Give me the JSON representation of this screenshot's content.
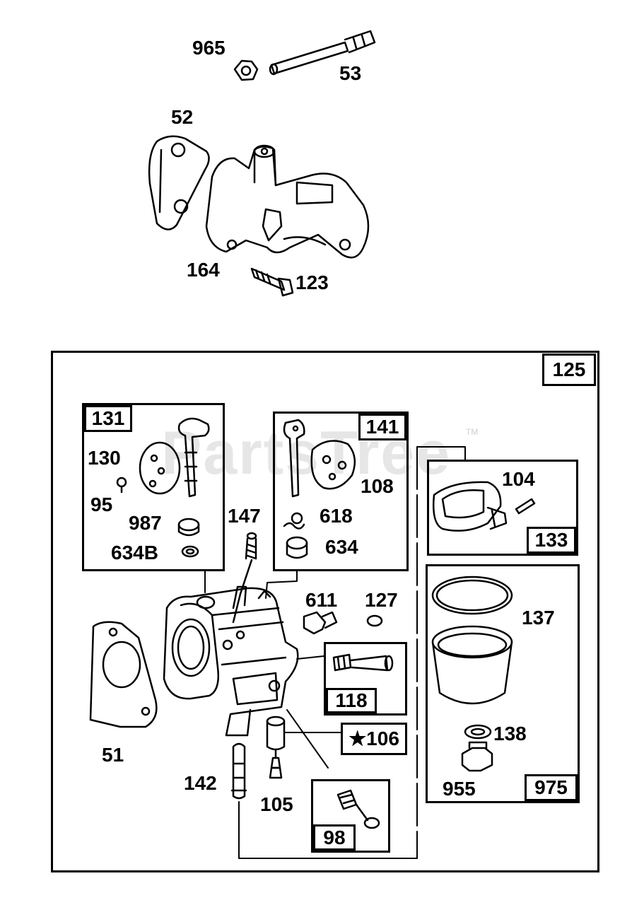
{
  "watermark": {
    "text": "PartsTree",
    "tm": "TM"
  },
  "labels": {
    "p965": "965",
    "p53": "53",
    "p52": "52",
    "p164": "164",
    "p123": "123",
    "p125": "125",
    "p131": "131",
    "p130": "130",
    "p95": "95",
    "p987": "987",
    "p634b": "634B",
    "p147": "147",
    "p141": "141",
    "p108": "108",
    "p618": "618",
    "p634": "634",
    "p104": "104",
    "p133": "133",
    "p611": "611",
    "p127": "127",
    "p137": "137",
    "p51": "51",
    "p118": "118",
    "p106": "★106",
    "p138": "138",
    "p142": "142",
    "p105": "105",
    "p955": "955",
    "p975": "975",
    "p98": "98"
  }
}
